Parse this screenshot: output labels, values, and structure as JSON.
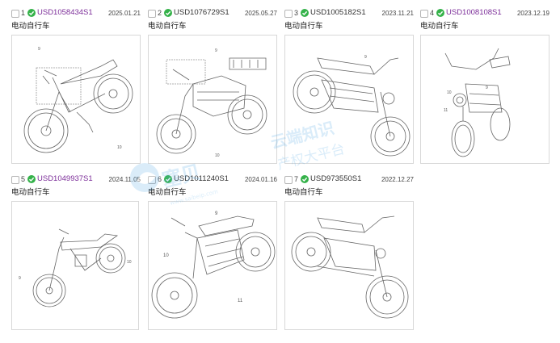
{
  "results": [
    {
      "index": "1",
      "patent_no": "USD1058434S1",
      "linked": true,
      "date": "2025.01.21",
      "title": "电动自行车",
      "figure": "drawing-angle-front-left"
    },
    {
      "index": "2",
      "patent_no": "USD1076729S1",
      "linked": false,
      "date": "2025.05.27",
      "title": "电动自行车",
      "figure": "drawing-angle-front-left-rack"
    },
    {
      "index": "3",
      "patent_no": "USD1005182S1",
      "linked": false,
      "date": "2023.11.21",
      "title": "电动自行车",
      "figure": "drawing-angle-front-left"
    },
    {
      "index": "4",
      "patent_no": "USD1008108S1",
      "linked": true,
      "date": "2023.12.19",
      "title": "电动自行车",
      "figure": "drawing-front"
    },
    {
      "index": "5",
      "patent_no": "USD1049937S1",
      "linked": true,
      "date": "2024.11.05",
      "title": "电动自行车",
      "figure": "drawing-angle-front-left"
    },
    {
      "index": "6",
      "patent_no": "USD1011240S1",
      "linked": false,
      "date": "2024.01.16",
      "title": "电动自行车",
      "figure": "drawing-angle-front-left"
    },
    {
      "index": "7",
      "patent_no": "USD973550S1",
      "linked": false,
      "date": "2022.12.27",
      "title": "电动自行车",
      "figure": "drawing-angle-front-left"
    }
  ],
  "watermark": {
    "brand": "塞贝",
    "company": "云端知识",
    "subtitle": "产权大平台",
    "url": "www.saibeip.com"
  },
  "colors": {
    "link": "#7b2c98",
    "check": "#35b24a",
    "watermark": "#5aaee8"
  }
}
